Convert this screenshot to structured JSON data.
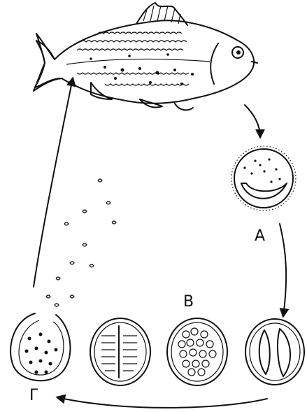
{
  "labels": {
    "stage_a": "А",
    "stage_b": "В",
    "stage_g": "Г"
  },
  "colors": {
    "ink": "#111111",
    "paper": "#ffffff"
  }
}
